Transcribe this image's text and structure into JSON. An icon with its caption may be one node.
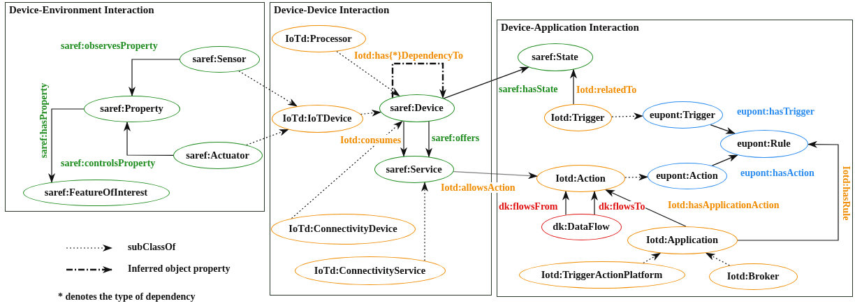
{
  "diagram": {
    "nodes": [
      {
        "text": [
          "Device-Environment Interaction"
        ]
      },
      {
        "text": [
          "Device-Device Interaction"
        ]
      },
      {
        "text": [
          "Device-Application Interaction"
        ]
      },
      {
        "text": [
          "saref:Sensor"
        ],
        "in": 0
      },
      {
        "text": [
          "saref:Property"
        ],
        "in": 0
      },
      {
        "text": [
          "saref:Actuator"
        ],
        "in": 0
      },
      {
        "text": [
          "saref:FeatureOfInterest"
        ],
        "in": 0
      },
      {
        "text": [
          "IoTd:Processor"
        ],
        "in": 1
      },
      {
        "text": [
          "IoTd:IoTDevice"
        ],
        "in": 1
      },
      {
        "text": [
          "saref:Device"
        ],
        "in": 1
      },
      {
        "text": [
          "saref:Service"
        ],
        "in": 1
      },
      {
        "text": [
          "IoTd:ConnectivityDevice"
        ],
        "in": 1
      },
      {
        "text": [
          "IoTd:ConnectivityService"
        ],
        "in": 1
      },
      {
        "text": [
          "saref:State"
        ],
        "in": 2
      },
      {
        "text": [
          "Iotd:Trigger"
        ],
        "in": 2
      },
      {
        "text": [
          "eupont:Trigger"
        ],
        "in": 2
      },
      {
        "text": [
          "eupont:Rule"
        ],
        "in": 2
      },
      {
        "text": [
          "Iotd:Action"
        ],
        "in": 2
      },
      {
        "text": [
          "eupont:Action"
        ],
        "in": 2
      },
      {
        "text": [
          "dk:DataFlow"
        ],
        "in": 2
      },
      {
        "text": [
          "Iotd:Application"
        ],
        "in": 2
      },
      {
        "text": [
          "Iotd:TriggerActionPlatform"
        ],
        "in": 2
      },
      {
        "text": [
          "Iotd:Broker"
        ],
        "in": 2
      }
    ],
    "edges": [
      {
        "from": 3,
        "to": 4,
        "arrow": "to",
        "label": "saref:observesProperty"
      },
      {
        "from": 5,
        "to": 4,
        "arrow": "to",
        "label": "saref:controlsProperty"
      },
      {
        "from": 4,
        "to": 6,
        "arrow": "to",
        "label": "saref:hasProperty"
      },
      {
        "from": 3,
        "to": 8,
        "arrow": "to",
        "style": "dashed"
      },
      {
        "from": 5,
        "to": 8,
        "arrow": "to",
        "style": "dashed"
      },
      {
        "from": 7,
        "to": 9,
        "arrow": "to",
        "style": "dashed"
      },
      {
        "from": 8,
        "to": 9,
        "arrow": "to",
        "style": "dashed"
      },
      {
        "from": 11,
        "to": 9,
        "arrow": "to",
        "style": "dashed"
      },
      {
        "from": 12,
        "to": 10,
        "arrow": "to",
        "style": "dashed"
      },
      {
        "from": 9,
        "to": 10,
        "arrow": "to",
        "label": "Iotd:consumes"
      },
      {
        "from": 9,
        "to": 10,
        "arrow": "to",
        "label": "saref:offers"
      },
      {
        "from": 9,
        "to": 9,
        "arrow": "to",
        "label": "Iotd:has{*}DependencyTo",
        "style": "dashed"
      },
      {
        "from": 9,
        "to": 13,
        "arrow": "to",
        "label": "saref:hasState"
      },
      {
        "from": 10,
        "to": 17,
        "arrow": "to",
        "label": "Iotd:allowsAction",
        "color": "#808080"
      },
      {
        "from": 14,
        "to": 13,
        "arrow": "to",
        "label": "Iotd:relatedTo"
      },
      {
        "from": 14,
        "to": 15,
        "arrow": "to",
        "style": "dashed"
      },
      {
        "from": 15,
        "to": 16,
        "arrow": "to",
        "label": "eupont:hasTrigger"
      },
      {
        "from": 18,
        "to": 16,
        "arrow": "to",
        "label": "eupont:hasAction"
      },
      {
        "from": 17,
        "to": 18,
        "arrow": "to",
        "style": "dashed"
      },
      {
        "from": 19,
        "to": 17,
        "arrow": "to",
        "label": "dk:flowsFrom"
      },
      {
        "from": 19,
        "to": 17,
        "arrow": "to",
        "label": "dk:flowsTo"
      },
      {
        "from": 20,
        "to": 17,
        "arrow": "to",
        "label": "Iotd:hasApplicationAction"
      },
      {
        "from": 20,
        "to": 16,
        "arrow": "to",
        "label": "Iotd:hasRule"
      },
      {
        "from": 21,
        "to": 20,
        "arrow": "to",
        "style": "dashed"
      },
      {
        "from": 22,
        "to": 20,
        "arrow": "to",
        "style": "dashed"
      }
    ],
    "labels": [
      "* denotes the type of dependency"
    ],
    "legend": [
      {
        "text": "subClassOf"
      },
      {
        "text": "Inferred object property"
      }
    ]
  }
}
